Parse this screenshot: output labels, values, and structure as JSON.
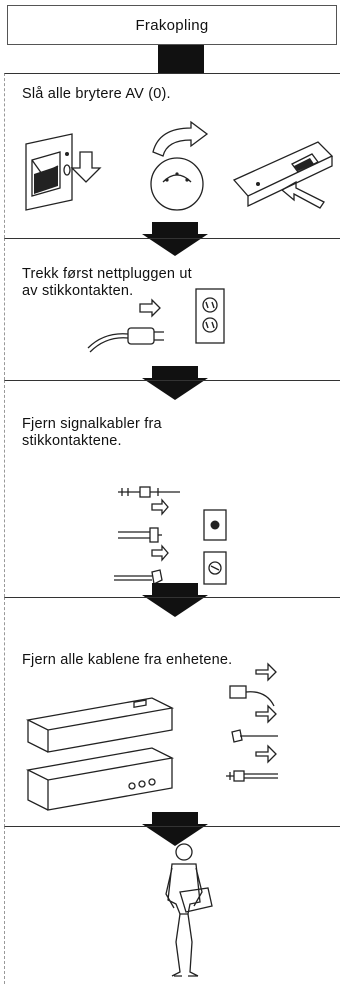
{
  "title": "Frakopling",
  "steps": [
    {
      "text": "Slå alle brytere AV (0)."
    },
    {
      "text": "Trekk først nettpluggen ut\nav stikkontakten."
    },
    {
      "text": "Fjern signalkabler fra\nstikkontaktene."
    },
    {
      "text": "Fjern alle kablene fra enhetene."
    }
  ],
  "icons": {
    "step1": [
      "rocker-switch-icon",
      "rotary-knob-icon",
      "slide-switch-icon"
    ],
    "step2": [
      "power-plug-icon",
      "wall-outlet-icon"
    ],
    "step3": [
      "signal-cable-icon",
      "wall-socket-icon"
    ],
    "step4": [
      "stacked-devices-icon",
      "cable-connectors-icon"
    ],
    "step5": [
      "person-carrying-device-icon"
    ]
  },
  "colors": {
    "ink": "#111111",
    "paper": "#ffffff"
  }
}
